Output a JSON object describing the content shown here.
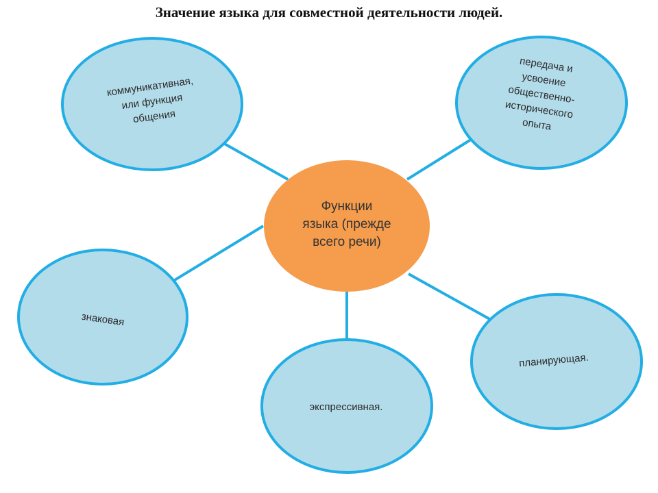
{
  "title": "Значение языка для совместной деятельности людей.",
  "center": {
    "text": "Функции\nязыка (прежде\nвсего речи)"
  },
  "nodes": [
    {
      "text": "коммуникативная,\nили функция\nобщения"
    },
    {
      "text": "передача и\nусвоение\nобщественно-\nисторического\nопыта"
    },
    {
      "text": "знаковая"
    },
    {
      "text": "экспрессивная."
    },
    {
      "text": "планирующая."
    }
  ],
  "colors": {
    "node_fill": "#b3dcea",
    "node_stroke": "#22aee4",
    "center_fill": "#f59c4d",
    "connector": "#22aee4"
  }
}
